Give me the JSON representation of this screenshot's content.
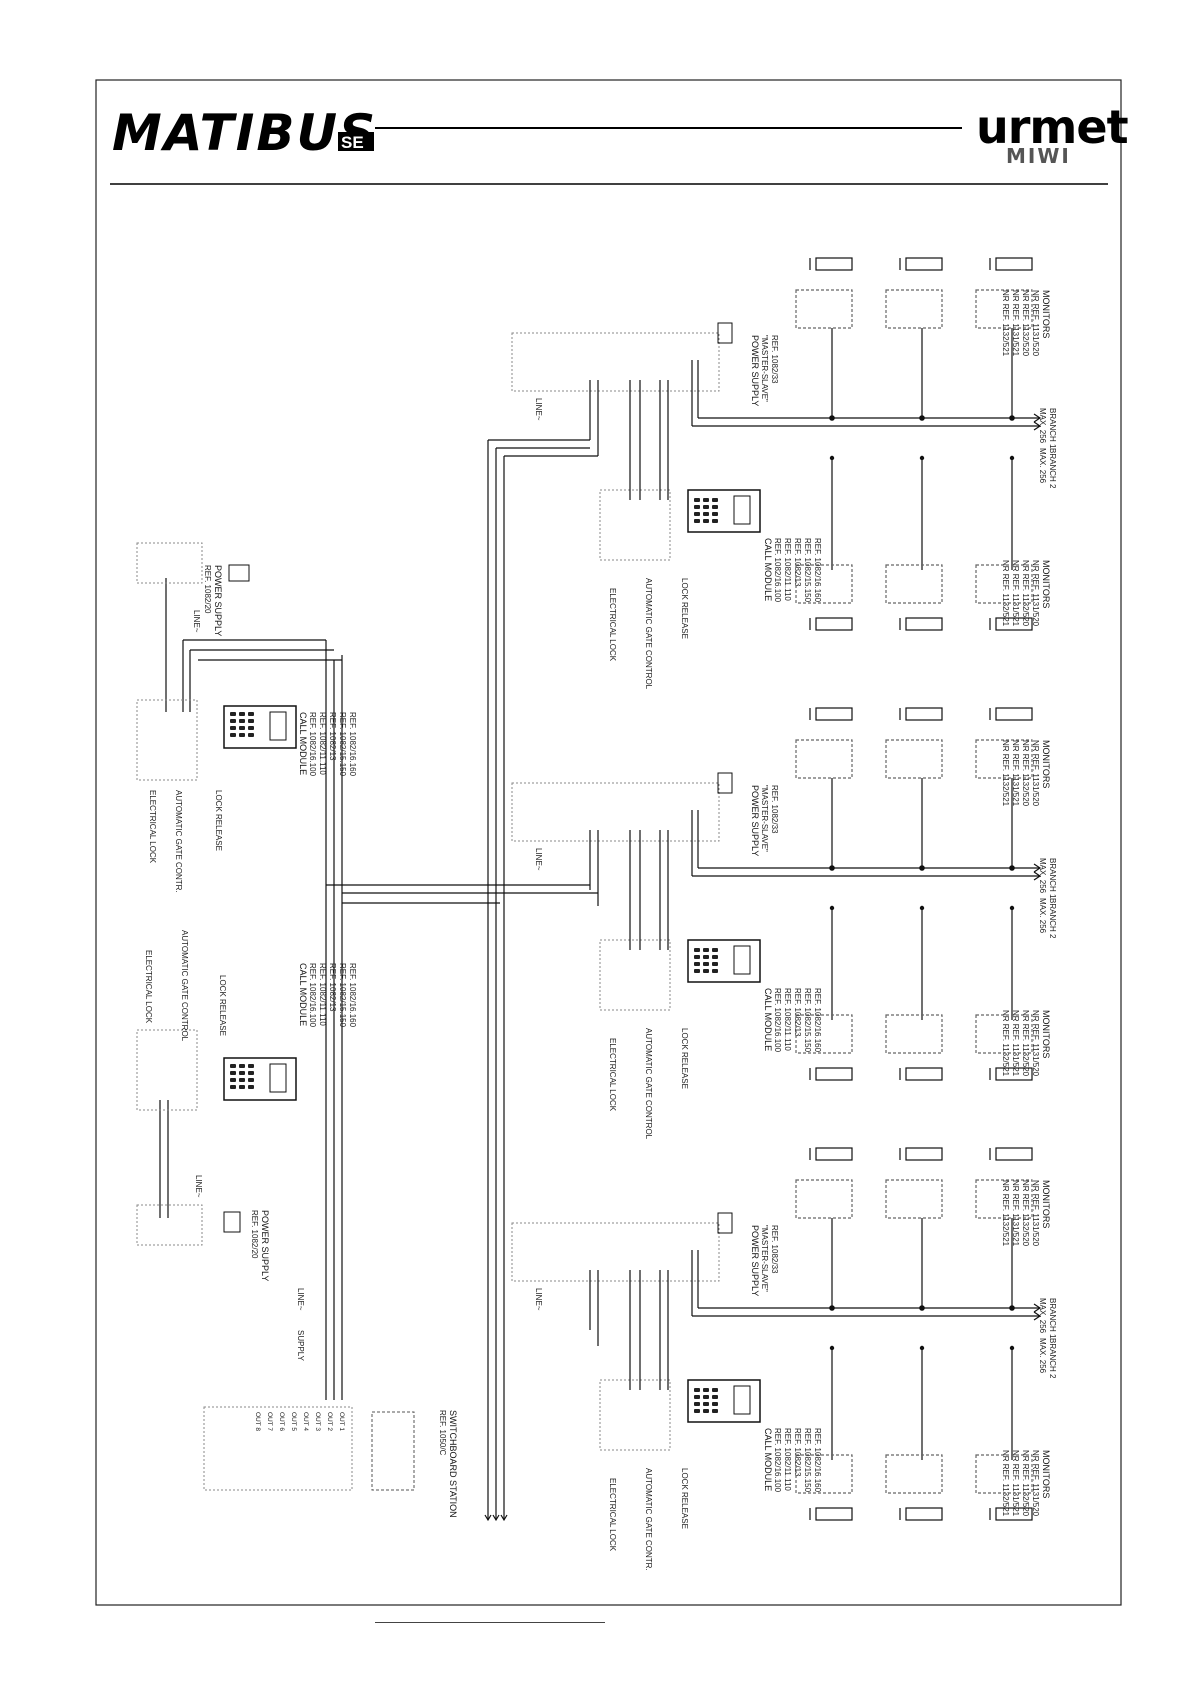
{
  "header": {
    "brand": "MATIBUS",
    "brand_suffix": "SE",
    "maker": "urmet",
    "maker_sub": "MIWI"
  },
  "power_supply_left_top": {
    "title": "POWER SUPPLY",
    "ref": "REF. 1082/20",
    "line": "LINE~"
  },
  "power_supply_left_bottom": {
    "title": "POWER SUPPLY",
    "ref": "REF. 1082/20",
    "line": "LINE~"
  },
  "call_module_left_top": {
    "title": "CALL MODULE",
    "refs": [
      "REF. 1082/16.100",
      "REF. 1082/11.110",
      "REF. 1082/13",
      "REF. 1082/15.150",
      "REF. 1082/16.160"
    ],
    "lock_release": "LOCK RELEASE",
    "gate": "AUTOMATIC GATE CONTR.",
    "electrical_lock": "ELECTRICAL LOCK"
  },
  "call_module_left_bottom": {
    "title": "CALL MODULE",
    "refs": [
      "REF. 1082/16.100",
      "REF. 1082/11.110",
      "REF. 1082/13",
      "REF. 1082/15.150",
      "REF. 1082/16.160"
    ],
    "lock_release": "LOCK RELEASE",
    "gate": "AUTOMATIC GATE CONTROL",
    "electrical_lock": "ELECTRICAL LOCK"
  },
  "switchboard": {
    "title": "SWITCHBOARD STATION",
    "ref": "REF. 1050/C",
    "supply_title": "SUPPLY",
    "line": "LINE~",
    "outputs": [
      "OUT 1",
      "OUT 2",
      "OUT 3",
      "OUT 4",
      "OUT 5",
      "OUT 6",
      "OUT 7",
      "OUT 8"
    ]
  },
  "risers": [
    {
      "power_supply": {
        "title": "POWER SUPPLY",
        "subtitle": "\"MASTER-SLAVE\"",
        "ref": "REF. 1082/33",
        "line": "LINE~"
      },
      "call_module": {
        "title": "CALL MODULE",
        "refs": [
          "REF. 1082/16.100",
          "REF. 1082/11.110",
          "REF. 1082/13",
          "REF. 1082/15.150",
          "REF. 1082/16.160"
        ],
        "lock_release": "LOCK RELEASE",
        "gate": "AUTOMATIC GATE CONTROL",
        "electrical_lock": "ELECTRICAL LOCK"
      },
      "units_top": {
        "title": "MONITORS",
        "refs": [
          "NR REF. 1131/520",
          "NR REF. 1132/520",
          "NR REF. 1131/521",
          "NR REF. 1132/521"
        ]
      },
      "units_bottom": {
        "title": "MONITORS",
        "refs": [
          "NR REF. 1131/520",
          "NR REF. 1132/520",
          "NR REF. 1131/521",
          "NR REF. 1132/521"
        ]
      },
      "branch_1": {
        "title": "BRANCH 1",
        "max": "MAX. 256"
      },
      "branch_2": {
        "title": "BRANCH 2",
        "max": "MAX. 256"
      }
    },
    {
      "power_supply": {
        "title": "POWER SUPPLY",
        "subtitle": "\"MASTER-SLAVE\"",
        "ref": "REF. 1082/33",
        "line": "LINE~"
      },
      "call_module": {
        "title": "CALL MODULE",
        "refs": [
          "REF. 1082/16.100",
          "REF. 1082/11.110",
          "REF. 1082/13",
          "REF. 1082/15.150",
          "REF. 1082/16.160"
        ],
        "lock_release": "LOCK RELEASE",
        "gate": "AUTOMATIC GATE CONTROL",
        "electrical_lock": "ELECTRICAL LOCK"
      },
      "units_top": {
        "title": "MONITORS",
        "refs": [
          "NR REF. 1131/520",
          "NR REF. 1132/520",
          "NR REF. 1131/521",
          "NR REF. 1132/521"
        ]
      },
      "units_bottom": {
        "title": "MONITORS",
        "refs": [
          "NR REF. 1131/520",
          "NR REF. 1132/520",
          "NR REF. 1131/521",
          "NR REF. 1132/521"
        ]
      },
      "branch_1": {
        "title": "BRANCH 1",
        "max": "MAX. 256"
      },
      "branch_2": {
        "title": "BRANCH 2",
        "max": "MAX. 256"
      }
    },
    {
      "power_supply": {
        "title": "POWER SUPPLY",
        "subtitle": "\"MASTER-SLAVE\"",
        "ref": "REF. 1082/33",
        "line": "LINE~"
      },
      "call_module": {
        "title": "CALL MODULE",
        "refs": [
          "REF. 1082/16.100",
          "REF. 1082/11.110",
          "REF. 1082/13",
          "REF. 1082/15.150",
          "REF. 1082/16.160"
        ],
        "lock_release": "LOCK RELEASE",
        "gate": "AUTOMATIC GATE CONTR.",
        "electrical_lock": "ELECTRICAL LOCK"
      },
      "units_top": {
        "title": "MONITORS",
        "refs": [
          "NR REF. 1131/520",
          "NR REF. 1132/520",
          "NR REF. 1131/521",
          "NR REF. 1132/521"
        ]
      },
      "units_bottom": {
        "title": "MONITORS",
        "refs": [
          "NR REF. 1131/520",
          "NR REF. 1132/520",
          "NR REF. 1131/521",
          "NR REF. 1132/521"
        ]
      },
      "branch_1": {
        "title": "BRANCH 1",
        "max": "MAX. 256"
      },
      "branch_2": {
        "title": "BRANCH 2",
        "max": "MAX. 256"
      }
    }
  ]
}
